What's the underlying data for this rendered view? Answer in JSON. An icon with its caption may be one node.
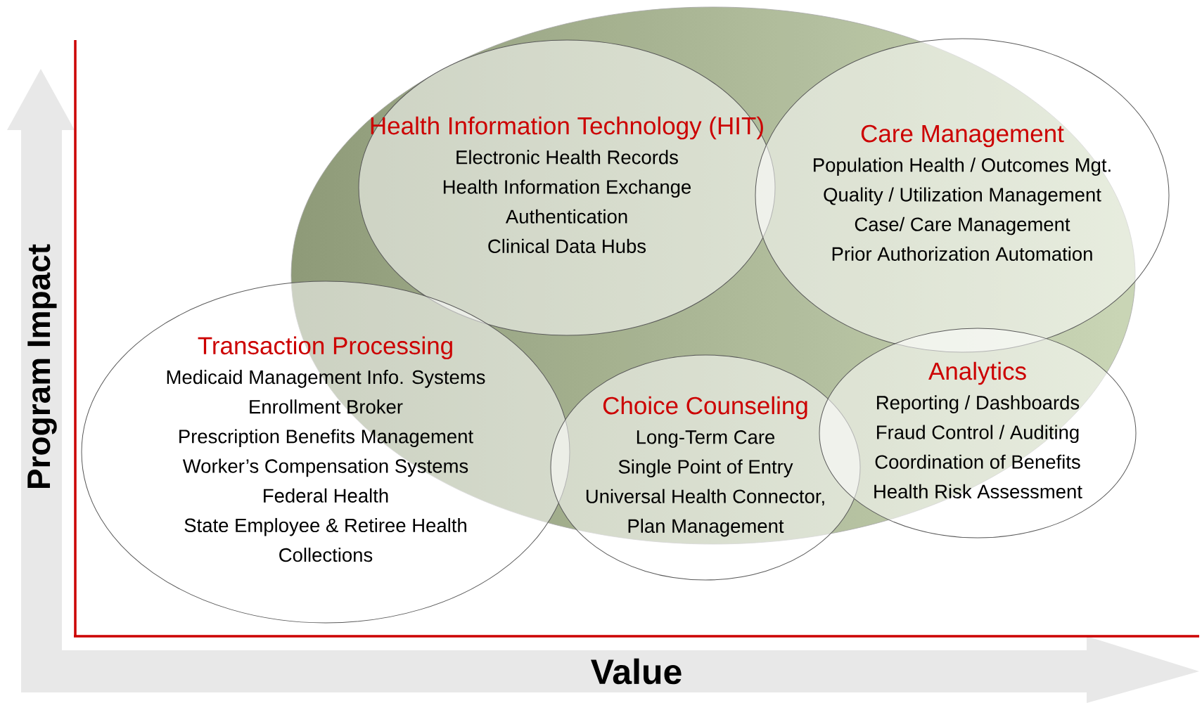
{
  "diagram": {
    "nodes": [
      {
        "text": [
          "Health Information Technology (HIT)",
          "Electronic Health Records",
          "Health Information Exchange",
          "Authentication",
          "Clinical Data Hubs"
        ]
      },
      {
        "text": [
          "Care Management",
          "Population Health / Outcomes Mgt.",
          "Quality / Utilization Management",
          "Case/ Care Management",
          "Prior Authorization Automation"
        ]
      },
      {
        "text": [
          "Transaction Processing",
          "Medicaid Management Info. Systems",
          "Enrollment Broker",
          "Prescription Benefits Management",
          "Worker’s Compensation Systems",
          "Federal Health",
          "State Employee & Retiree Health",
          "Collections"
        ]
      },
      {
        "text": [
          "Choice Counseling",
          "Long-Term Care",
          "Single Point of Entry",
          "Universal Health Connector,",
          "Plan Management"
        ]
      },
      {
        "text": [
          "Analytics",
          "Reporting / Dashboards",
          "Fraud Control / Auditing",
          "Coordination of Benefits",
          "Health Risk Assessment"
        ]
      }
    ],
    "labels": [
      "Program Impact",
      "Value"
    ]
  }
}
